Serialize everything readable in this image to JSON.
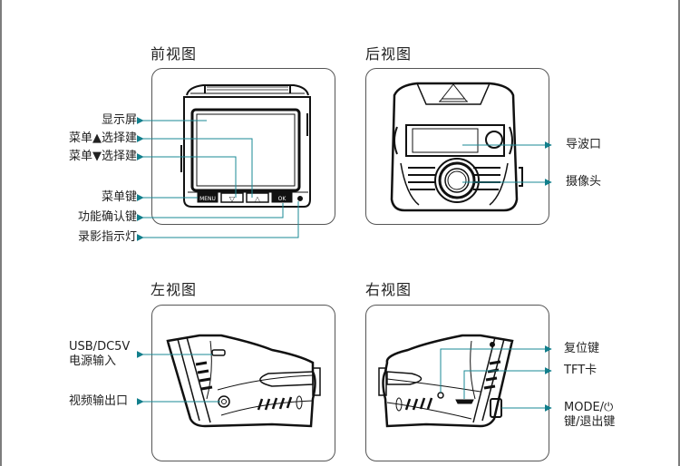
{
  "page": {
    "colors": {
      "leader": "#1a8a96",
      "arrow": "#127f8c",
      "panel_border": "#555555",
      "device": "#111111"
    }
  },
  "views": {
    "front": {
      "title": "前视图",
      "labels": [
        "显示屏",
        "菜单▲选择建",
        "菜单▼选择建",
        "菜单键",
        "功能确认键",
        "录影指示灯"
      ],
      "button_glyphs": [
        "MENU",
        "▽",
        "△",
        "OK"
      ]
    },
    "rear": {
      "title": "后视图",
      "labels": [
        "导波口",
        "摄像头"
      ]
    },
    "left": {
      "title": "左视图",
      "labels": [
        "USB/DC5V",
        "电源输入",
        "视频输出口"
      ]
    },
    "right": {
      "title": "右视图",
      "labels": [
        "复位键",
        "TFT卡",
        "MODE/⏻",
        "键/退出键"
      ]
    }
  }
}
